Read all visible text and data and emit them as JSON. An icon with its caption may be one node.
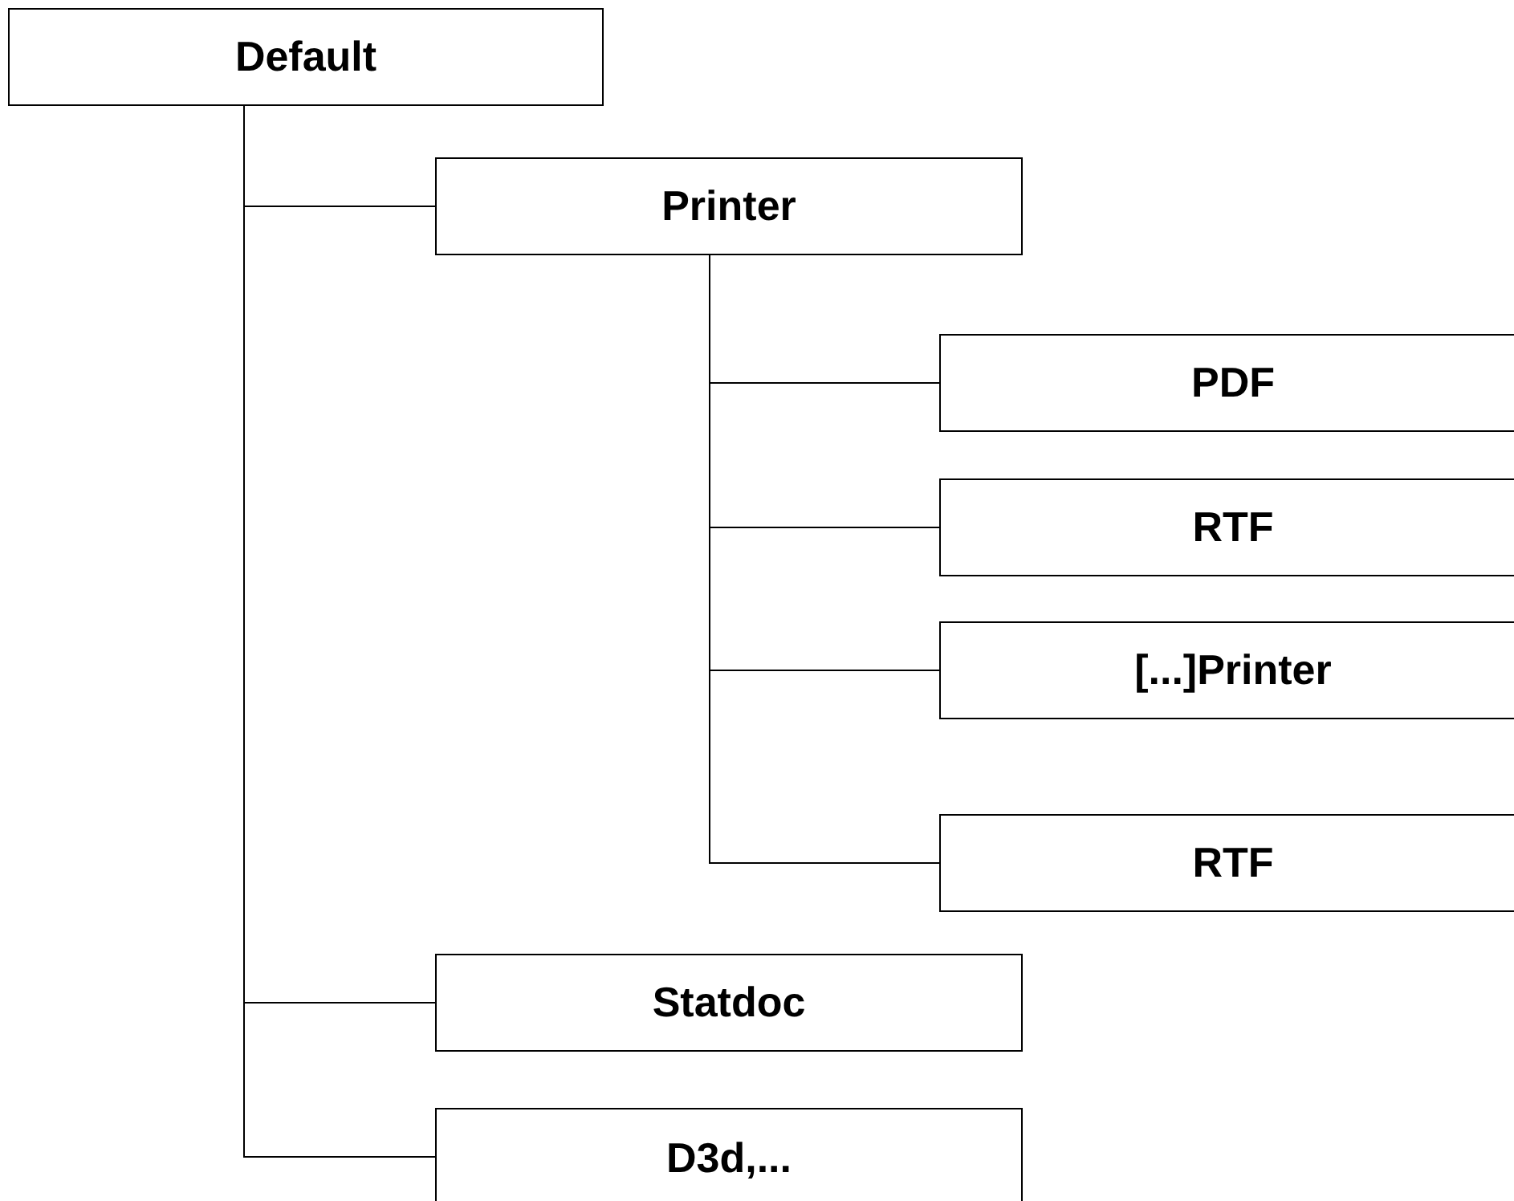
{
  "diagram": {
    "nodes": [
      {
        "text": [
          "Default"
        ]
      },
      {
        "text": [
          "Printer"
        ]
      },
      {
        "text": [
          "PDF"
        ]
      },
      {
        "text": [
          "RTF"
        ]
      },
      {
        "text": [
          "[...]Printer"
        ]
      },
      {
        "text": [
          "RTF"
        ]
      },
      {
        "text": [
          "Statdoc"
        ]
      },
      {
        "text": [
          "D3d,..."
        ]
      }
    ],
    "edges": [
      {
        "from": 0,
        "to": 1,
        "arrow": "none"
      },
      {
        "from": 1,
        "to": 2,
        "arrow": "none"
      },
      {
        "from": 1,
        "to": 3,
        "arrow": "none"
      },
      {
        "from": 1,
        "to": 4,
        "arrow": "none"
      },
      {
        "from": 1,
        "to": 5,
        "arrow": "none"
      },
      {
        "from": 0,
        "to": 6,
        "arrow": "none"
      },
      {
        "from": 0,
        "to": 7,
        "arrow": "none"
      }
    ]
  }
}
